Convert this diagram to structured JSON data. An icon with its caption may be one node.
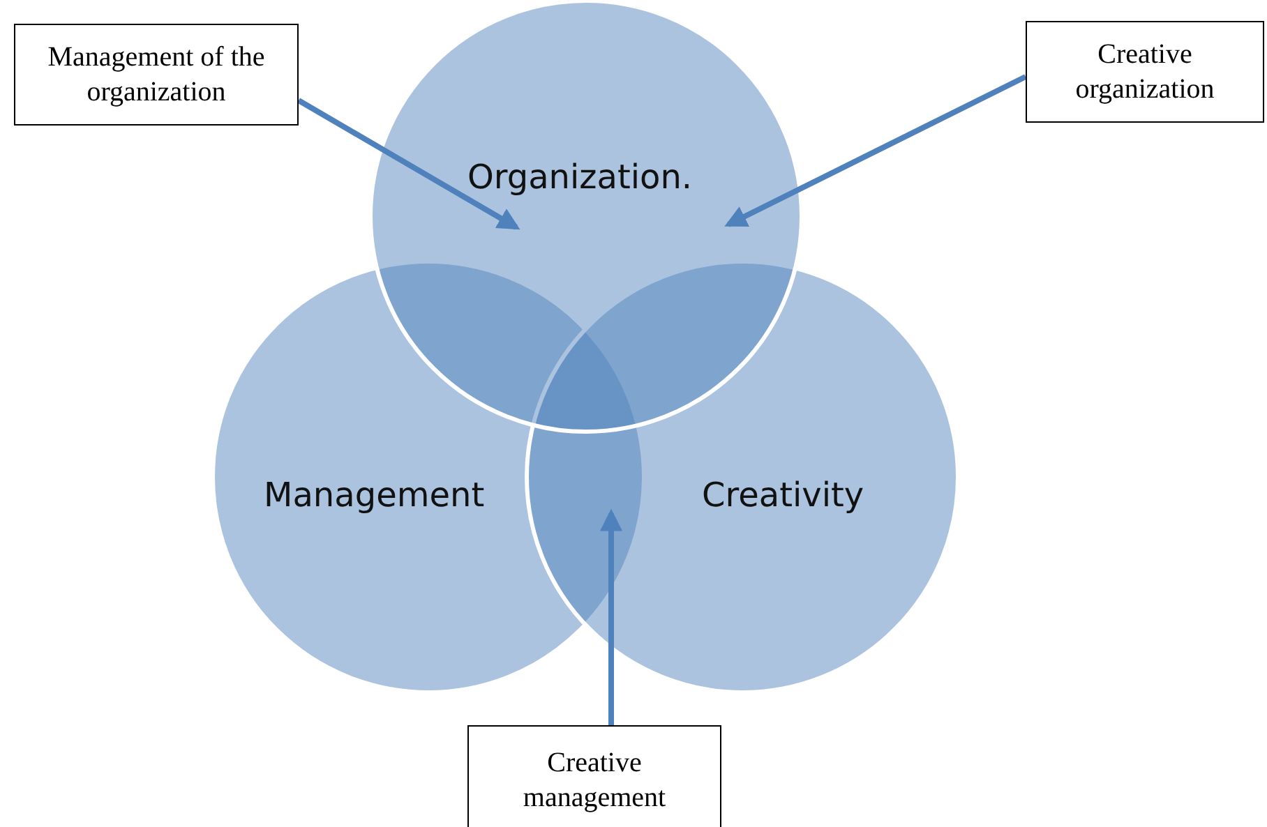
{
  "diagram": {
    "nodes": [
      {
        "text": [
          "Organization."
        ]
      },
      {
        "text": [
          "Management"
        ]
      },
      {
        "text": [
          "Creativity"
        ]
      },
      {
        "text": [
          "Management of the organization"
        ]
      },
      {
        "text": [
          "Creative organization"
        ]
      },
      {
        "text": [
          "Creative management"
        ]
      }
    ],
    "edges": [
      {
        "from": 3,
        "to": 0,
        "arrow": "to"
      },
      {
        "from": 4,
        "to": 0,
        "arrow": "to"
      },
      {
        "from": 5,
        "to": 1,
        "arrow": "to"
      },
      {
        "from": 5,
        "to": 2,
        "arrow": "to"
      }
    ]
  }
}
